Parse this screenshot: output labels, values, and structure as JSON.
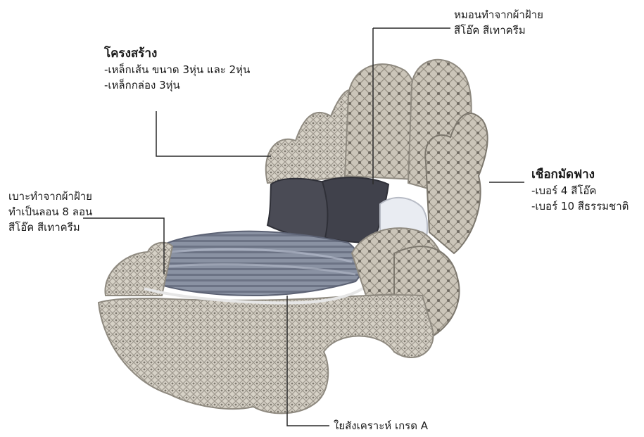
{
  "annotations": {
    "frame": {
      "title": "โครงสร้าง",
      "lines": [
        "-เหล็กเส้น ขนาด 3หุ่น และ 2หุ่น",
        "-เหล็กกล่อง 3หุ่น"
      ]
    },
    "pillow": {
      "lines": [
        "หมอนทำจากผ้าฝ้าย",
        "สีโอ๊ค สีเทาครีม"
      ]
    },
    "rope": {
      "title": "เชือกมัดฟาง",
      "lines": [
        "-เบอร์ 4 สีโอ๊ค",
        "-เบอร์ 10 สีธรรมชาติ"
      ]
    },
    "seat": {
      "lines": [
        "เบาะทำจากผ้าฝ้าย",
        "ทำเป็นลอน 8 ลอน",
        "สีโอ๊ค สีเทาครีม"
      ]
    },
    "filling": {
      "lines": [
        "ใยสังเคราะห์ เกรด A"
      ]
    }
  },
  "colors": {
    "text": "#1a1a1a",
    "wicker": "#cfcabf",
    "wicker_dark": "#8f8a80",
    "cushion": "#7c8496",
    "cushion_light": "#a9b1c0",
    "pillow": "#45464f",
    "leader_line": "#2a2a2a"
  }
}
